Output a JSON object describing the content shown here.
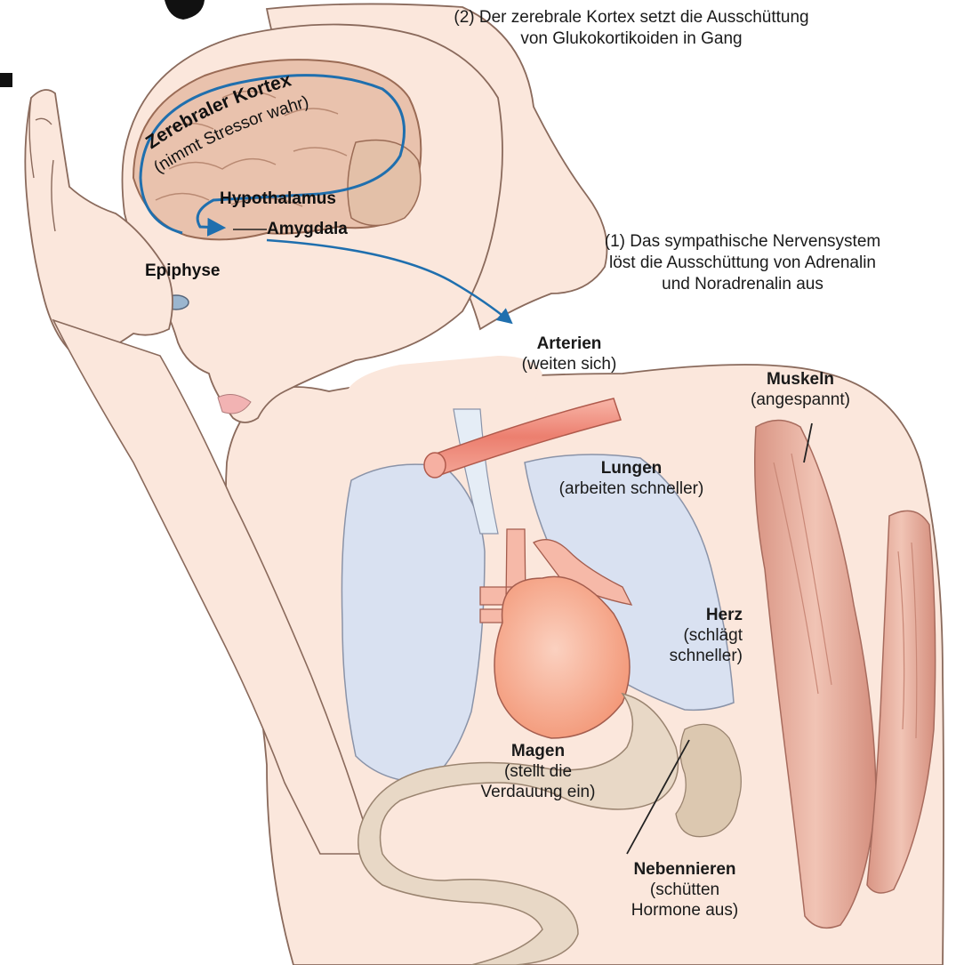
{
  "annotations": {
    "cortex_line1": "(2) Der zerebrale Kortex setzt die Ausschüttung",
    "cortex_line2": "von Glukokortikoiden in Gang",
    "symp_line1": "(1) Das sympathische Nervensystem",
    "symp_line2": "löst die Ausschüttung von Adrenalin",
    "symp_line3": "und Noradrenalin aus"
  },
  "brain": {
    "kortex_title": "Zerebraler Kortex",
    "kortex_sub": "(nimmt Stressor wahr)",
    "hypothalamus": "Hypothalamus",
    "amygdala": "Amygdala",
    "epiphyse": "Epiphyse"
  },
  "organs": {
    "arterien": {
      "name": "Arterien",
      "desc": "(weiten sich)"
    },
    "muskeln": {
      "name": "Muskeln",
      "desc": "(angespannt)"
    },
    "lungen": {
      "name": "Lungen",
      "desc": "(arbeiten schneller)"
    },
    "herz": {
      "name": "Herz",
      "desc1": "(schlägt",
      "desc2": "schneller)"
    },
    "magen": {
      "name": "Magen",
      "desc1": "(stellt die",
      "desc2": "Verdauung ein)"
    },
    "nebennieren": {
      "name": "Nebennieren",
      "desc1": "(schütten",
      "desc2": "Hormone aus)"
    }
  },
  "colors": {
    "skin": "#fbe7dc",
    "outline": "#8a6a5c",
    "brain": "#e9c2ad",
    "lung": "#d9e1f1",
    "heart": "#f6a98e",
    "artery": "#ee8b7c",
    "muscle": "#e0a595",
    "stomach": "#e8d8c6",
    "arrow": "#1f6fae"
  }
}
